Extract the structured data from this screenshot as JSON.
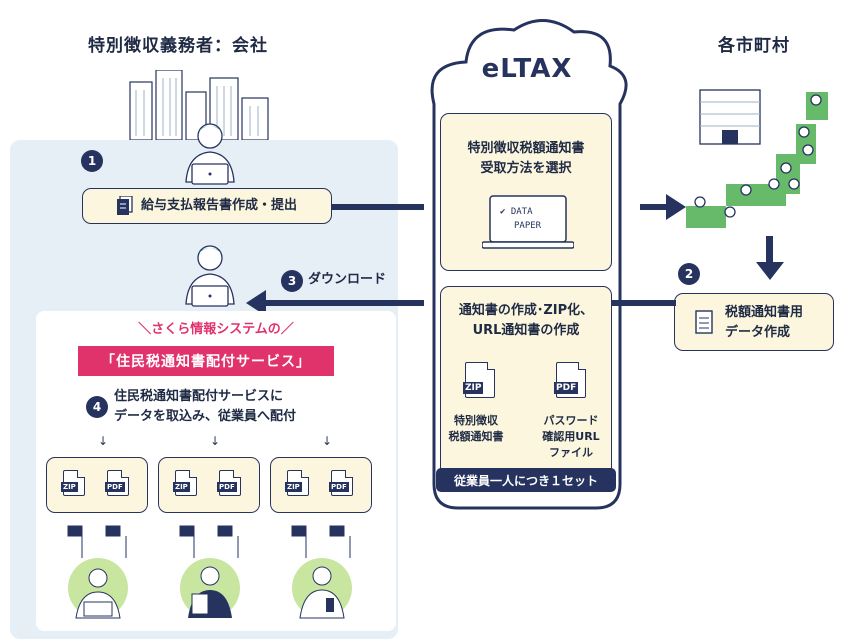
{
  "left": {
    "title": "特別徴収義務者：会社",
    "step1": {
      "num": "1",
      "label": "給与支払報告書作成・提出"
    },
    "step3": {
      "num": "3",
      "label": "ダウンロード"
    },
    "sakura": "＼さくら情報システムの／",
    "service": "「住民税通知書配付サービス」",
    "step4": {
      "num": "4",
      "line1": "住民税通知書配付サービスに",
      "line2": "データを取込み、従業員へ配付"
    },
    "files": {
      "zip": "ZIP",
      "pdf": "PDF"
    }
  },
  "center": {
    "cloud": "eLTAX",
    "box1": {
      "line1": "特別徴収税額通知書",
      "line2": "受取方法を選択"
    },
    "laptop": {
      "line1": "DATA",
      "line2": "PAPER"
    },
    "box2": {
      "line1": "通知書の作成･ZIP化、",
      "line2": "URL通知書の作成"
    },
    "zip_label": "ZIP",
    "pdf_label": "PDF",
    "zip_caption1": "特別徴収",
    "zip_caption2": "税額通知書",
    "pdf_caption1": "パスワード",
    "pdf_caption2": "確認用URL",
    "pdf_caption3": "ファイル",
    "footer": "従業員一人につき１セット"
  },
  "right": {
    "title": "各市町村",
    "step2": {
      "num": "2",
      "line1": "税額通知書用",
      "line2": "データ作成"
    }
  },
  "colors": {
    "navy": "#27335f",
    "pink": "#e0336c",
    "cream": "#fbf6dd",
    "panel": "#e6eff5",
    "green": "#4caf50"
  }
}
